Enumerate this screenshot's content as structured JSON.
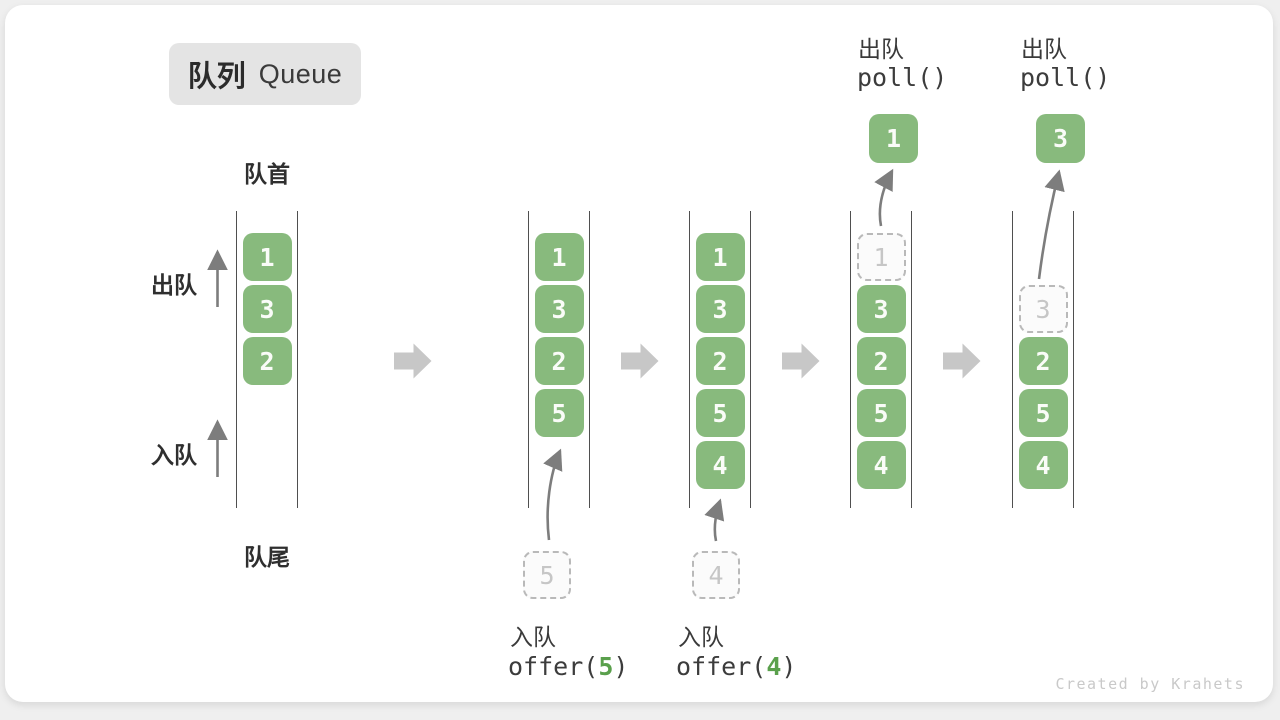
{
  "badge": {
    "zh": "队列",
    "en": "Queue"
  },
  "labels": {
    "front": "队首",
    "rear": "队尾",
    "dequeue": "出队",
    "enqueue": "入队"
  },
  "queues": [
    {
      "cells": [
        {
          "value": "1"
        },
        {
          "value": "3"
        },
        {
          "value": "2"
        }
      ]
    },
    {
      "cells": [
        {
          "value": "1"
        },
        {
          "value": "3"
        },
        {
          "value": "2"
        },
        {
          "value": "5"
        }
      ]
    },
    {
      "cells": [
        {
          "value": "1"
        },
        {
          "value": "3"
        },
        {
          "value": "2"
        },
        {
          "value": "5"
        },
        {
          "value": "4"
        }
      ]
    },
    {
      "cells": [
        {
          "value": "1",
          "removed": true
        },
        {
          "value": "3"
        },
        {
          "value": "2"
        },
        {
          "value": "5"
        },
        {
          "value": "4"
        }
      ]
    },
    {
      "cells": [
        {
          "value": "3",
          "removed": true
        },
        {
          "value": "2"
        },
        {
          "value": "5"
        },
        {
          "value": "4"
        }
      ]
    }
  ],
  "enqueue_ops": [
    {
      "label": "入队",
      "fn": "offer(",
      "arg": "5",
      "close": ")",
      "pending_value": "5"
    },
    {
      "label": "入队",
      "fn": "offer(",
      "arg": "4",
      "close": ")",
      "pending_value": "4"
    }
  ],
  "dequeue_ops": [
    {
      "label": "出队",
      "code": "poll()",
      "result": "1"
    },
    {
      "label": "出队",
      "code": "poll()",
      "result": "3"
    }
  ],
  "watermark": "Created by Krahets",
  "colors": {
    "cell_green": "#88ba7d",
    "code_green": "#5aa04c",
    "ghost_gray": "#c6c6c6",
    "arrow_gray": "#7d7d7d",
    "block_arrow_gray": "#c7c7c7",
    "badge_bg": "#e4e4e4"
  }
}
